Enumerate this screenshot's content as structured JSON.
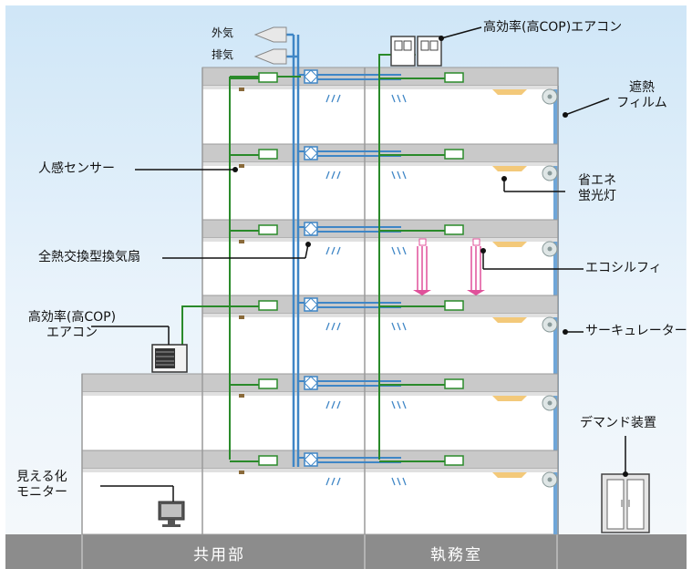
{
  "labels": {
    "outside_air": "外気",
    "exhaust_air": "排気",
    "roof_aircon": "高効率(高COP)エアコン",
    "heat_film_1": "遮熱",
    "heat_film_2": "フィルム",
    "motion_sensor": "人感センサー",
    "led_1": "省エネ",
    "led_2": "蛍光灯",
    "erv": "全熱交換型換気扇",
    "ecosilfy": "エコシルフィ",
    "aircon_1": "高効率(高COP)",
    "aircon_2": "エアコン",
    "circulator": "サーキュレーター",
    "demand": "デマンド装置",
    "monitor_1": "見える化",
    "monitor_2": "モニター"
  },
  "ground": {
    "common_area": "共用部",
    "office": "執務室"
  },
  "colors": {
    "duct_blue": "#3f86c6",
    "wire_green": "#2a8a2a",
    "slab_gray": "#c9c9c9",
    "ground_gray": "#8c8c8c",
    "arrow_pink": "#e0509a",
    "light_yellow": "#f3c97a"
  }
}
